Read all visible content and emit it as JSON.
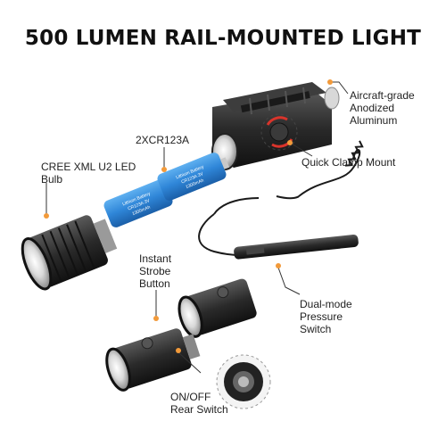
{
  "title": "500 LUMEN RAIL-MOUNTED LIGHT",
  "labels": {
    "aircraft": [
      "Aircraft-grade",
      "Anodized",
      "Aluminum"
    ],
    "battery_title": "2XCR123A",
    "quick_clamp": "Quick Clamp Mount",
    "cree": [
      "CREE XML U2 LED",
      "Bulb"
    ],
    "strobe": [
      "Instant",
      "Strobe",
      "Button"
    ],
    "pressure": [
      "Dual-mode",
      "Pressure",
      "Switch"
    ],
    "onoff": [
      "ON/OFF",
      "Rear Switch"
    ]
  },
  "battery_text": {
    "brand": "Lithium Battery",
    "model": "CR123A 3V",
    "capacity": "1300mAh"
  },
  "colors": {
    "accent": "#f29a3a",
    "battery": "#2f86d8",
    "clamp_marker": "#d9342b",
    "body": "#2a2a2a"
  }
}
